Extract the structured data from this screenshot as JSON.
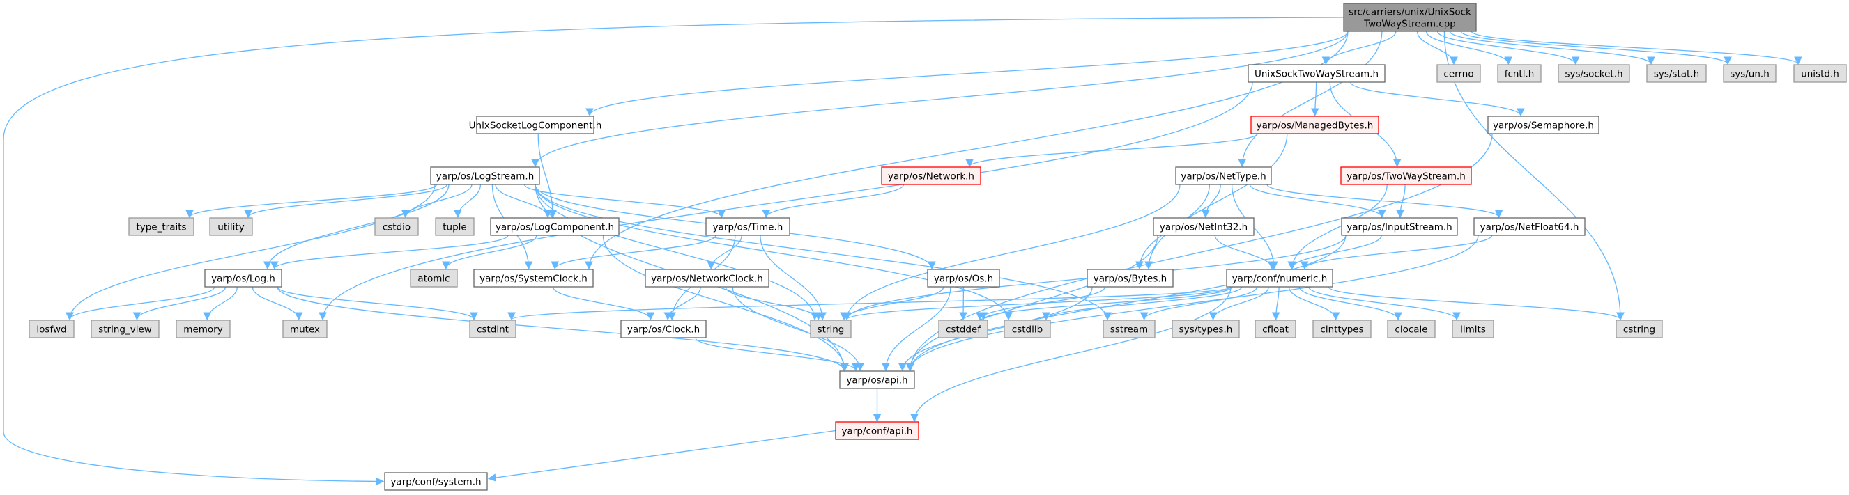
{
  "title": "src/carriers/unix/UnixSockTwoWayStream.cpp include dependency graph",
  "colors": {
    "edge": "#63b8ff",
    "root_fill": "#999999",
    "external_fill": "#e0e0e0",
    "missing_border": "#ff0000",
    "missing_fill": "#fff0f0"
  },
  "nodes": [
    {
      "id": "root",
      "label": [
        "src/carriers/unix/UnixSock",
        "TwoWayStream.cpp"
      ],
      "kind": "root"
    },
    {
      "id": "usts",
      "label": [
        "UnixSockTwoWayStream.h"
      ],
      "kind": "normal"
    },
    {
      "id": "cerrno",
      "label": [
        "cerrno"
      ],
      "kind": "ext"
    },
    {
      "id": "fcntl",
      "label": [
        "fcntl.h"
      ],
      "kind": "ext"
    },
    {
      "id": "socket",
      "label": [
        "sys/socket.h"
      ],
      "kind": "ext"
    },
    {
      "id": "stat",
      "label": [
        "sys/stat.h"
      ],
      "kind": "ext"
    },
    {
      "id": "un",
      "label": [
        "sys/un.h"
      ],
      "kind": "ext"
    },
    {
      "id": "unistd",
      "label": [
        "unistd.h"
      ],
      "kind": "ext"
    },
    {
      "id": "uslc",
      "label": [
        "UnixSocketLogComponent.h"
      ],
      "kind": "normal"
    },
    {
      "id": "managed",
      "label": [
        "yarp/os/ManagedBytes.h"
      ],
      "kind": "red"
    },
    {
      "id": "semaphore",
      "label": [
        "yarp/os/Semaphore.h"
      ],
      "kind": "normal"
    },
    {
      "id": "network",
      "label": [
        "yarp/os/Network.h"
      ],
      "kind": "red"
    },
    {
      "id": "logstream",
      "label": [
        "yarp/os/LogStream.h"
      ],
      "kind": "normal"
    },
    {
      "id": "nettype",
      "label": [
        "yarp/os/NetType.h"
      ],
      "kind": "normal"
    },
    {
      "id": "twoway",
      "label": [
        "yarp/os/TwoWayStream.h"
      ],
      "kind": "red"
    },
    {
      "id": "type_traits",
      "label": [
        "type_traits"
      ],
      "kind": "ext"
    },
    {
      "id": "utility",
      "label": [
        "utility"
      ],
      "kind": "ext"
    },
    {
      "id": "cstdio",
      "label": [
        "cstdio"
      ],
      "kind": "ext"
    },
    {
      "id": "tuple",
      "label": [
        "tuple"
      ],
      "kind": "ext"
    },
    {
      "id": "logcomp",
      "label": [
        "yarp/os/LogComponent.h"
      ],
      "kind": "normal"
    },
    {
      "id": "time",
      "label": [
        "yarp/os/Time.h"
      ],
      "kind": "normal"
    },
    {
      "id": "netint32",
      "label": [
        "yarp/os/NetInt32.h"
      ],
      "kind": "normal"
    },
    {
      "id": "inputstream",
      "label": [
        "yarp/os/InputStream.h"
      ],
      "kind": "normal"
    },
    {
      "id": "netfloat64",
      "label": [
        "yarp/os/NetFloat64.h"
      ],
      "kind": "normal"
    },
    {
      "id": "atomic",
      "label": [
        "atomic"
      ],
      "kind": "ext"
    },
    {
      "id": "systemclock",
      "label": [
        "yarp/os/SystemClock.h"
      ],
      "kind": "normal"
    },
    {
      "id": "log",
      "label": [
        "yarp/os/Log.h"
      ],
      "kind": "normal"
    },
    {
      "id": "networkclock",
      "label": [
        "yarp/os/NetworkClock.h"
      ],
      "kind": "normal"
    },
    {
      "id": "os",
      "label": [
        "yarp/os/Os.h"
      ],
      "kind": "normal"
    },
    {
      "id": "bytes",
      "label": [
        "yarp/os/Bytes.h"
      ],
      "kind": "normal"
    },
    {
      "id": "numeric",
      "label": [
        "yarp/conf/numeric.h"
      ],
      "kind": "normal"
    },
    {
      "id": "iosfwd",
      "label": [
        "iosfwd"
      ],
      "kind": "ext"
    },
    {
      "id": "string_view",
      "label": [
        "string_view"
      ],
      "kind": "ext"
    },
    {
      "id": "memory",
      "label": [
        "memory"
      ],
      "kind": "ext"
    },
    {
      "id": "mutex",
      "label": [
        "mutex"
      ],
      "kind": "ext"
    },
    {
      "id": "cstdint",
      "label": [
        "cstdint"
      ],
      "kind": "ext"
    },
    {
      "id": "clock",
      "label": [
        "yarp/os/Clock.h"
      ],
      "kind": "normal"
    },
    {
      "id": "string",
      "label": [
        "string"
      ],
      "kind": "ext"
    },
    {
      "id": "cstddef",
      "label": [
        "cstddef"
      ],
      "kind": "ext"
    },
    {
      "id": "cstdlib",
      "label": [
        "cstdlib"
      ],
      "kind": "ext"
    },
    {
      "id": "sstream",
      "label": [
        "sstream"
      ],
      "kind": "ext"
    },
    {
      "id": "systypes",
      "label": [
        "sys/types.h"
      ],
      "kind": "ext"
    },
    {
      "id": "cfloat",
      "label": [
        "cfloat"
      ],
      "kind": "ext"
    },
    {
      "id": "cinttypes",
      "label": [
        "cinttypes"
      ],
      "kind": "ext"
    },
    {
      "id": "clocale",
      "label": [
        "clocale"
      ],
      "kind": "ext"
    },
    {
      "id": "limits",
      "label": [
        "limits"
      ],
      "kind": "ext"
    },
    {
      "id": "cstring",
      "label": [
        "cstring"
      ],
      "kind": "ext"
    },
    {
      "id": "osapi",
      "label": [
        "yarp/os/api.h"
      ],
      "kind": "normal"
    },
    {
      "id": "confapi",
      "label": [
        "yarp/conf/api.h"
      ],
      "kind": "red"
    },
    {
      "id": "system",
      "label": [
        "yarp/conf/system.h"
      ],
      "kind": "normal"
    }
  ],
  "edges": [
    [
      "root",
      "usts"
    ],
    [
      "root",
      "cerrno"
    ],
    [
      "root",
      "fcntl"
    ],
    [
      "root",
      "socket"
    ],
    [
      "root",
      "stat"
    ],
    [
      "root",
      "un"
    ],
    [
      "root",
      "unistd"
    ],
    [
      "root",
      "uslc"
    ],
    [
      "root",
      "logstream"
    ],
    [
      "root",
      "nettype"
    ],
    [
      "root",
      "systemclock"
    ],
    [
      "root",
      "cstring"
    ],
    [
      "root",
      "system"
    ],
    [
      "usts",
      "managed"
    ],
    [
      "usts",
      "twoway"
    ],
    [
      "usts",
      "semaphore"
    ],
    [
      "usts",
      "mutex"
    ],
    [
      "uslc",
      "logcomp"
    ],
    [
      "managed",
      "network"
    ],
    [
      "managed",
      "bytes"
    ],
    [
      "semaphore",
      "osapi"
    ],
    [
      "network",
      "time"
    ],
    [
      "logstream",
      "type_traits"
    ],
    [
      "logstream",
      "utility"
    ],
    [
      "logstream",
      "cstdio"
    ],
    [
      "logstream",
      "tuple"
    ],
    [
      "logstream",
      "logcomp"
    ],
    [
      "logstream",
      "time"
    ],
    [
      "logstream",
      "log"
    ],
    [
      "logstream",
      "iosfwd"
    ],
    [
      "logstream",
      "systemclock"
    ],
    [
      "logstream",
      "osapi"
    ],
    [
      "logstream",
      "string"
    ],
    [
      "logstream",
      "os"
    ],
    [
      "logstream",
      "cstdlib"
    ],
    [
      "logstream",
      "sstream"
    ],
    [
      "nettype",
      "string"
    ],
    [
      "nettype",
      "bytes"
    ],
    [
      "nettype",
      "netint32"
    ],
    [
      "nettype",
      "numeric"
    ],
    [
      "nettype",
      "inputstream"
    ],
    [
      "nettype",
      "netfloat64"
    ],
    [
      "twoway",
      "inputstream"
    ],
    [
      "twoway",
      "numeric"
    ],
    [
      "logcomp",
      "log"
    ],
    [
      "logcomp",
      "atomic"
    ],
    [
      "logcomp",
      "osapi"
    ],
    [
      "time",
      "systemclock"
    ],
    [
      "time",
      "networkclock"
    ],
    [
      "time",
      "clock"
    ],
    [
      "time",
      "string"
    ],
    [
      "netint32",
      "numeric"
    ],
    [
      "netint32",
      "osapi"
    ],
    [
      "inputstream",
      "string"
    ],
    [
      "inputstream",
      "numeric"
    ],
    [
      "inputstream",
      "osapi"
    ],
    [
      "netfloat64",
      "numeric"
    ],
    [
      "netfloat64",
      "osapi"
    ],
    [
      "systemclock",
      "clock"
    ],
    [
      "log",
      "iosfwd"
    ],
    [
      "log",
      "string_view"
    ],
    [
      "log",
      "memory"
    ],
    [
      "log",
      "mutex"
    ],
    [
      "log",
      "cstdint"
    ],
    [
      "log",
      "osapi"
    ],
    [
      "networkclock",
      "clock"
    ],
    [
      "networkclock",
      "string"
    ],
    [
      "networkclock",
      "osapi"
    ],
    [
      "os",
      "string"
    ],
    [
      "os",
      "cstddef"
    ],
    [
      "os",
      "osapi"
    ],
    [
      "bytes",
      "cstddef"
    ],
    [
      "bytes",
      "osapi"
    ],
    [
      "numeric",
      "cstdint"
    ],
    [
      "numeric",
      "string"
    ],
    [
      "numeric",
      "cstddef"
    ],
    [
      "numeric",
      "cstdlib"
    ],
    [
      "numeric",
      "sstream"
    ],
    [
      "numeric",
      "systypes"
    ],
    [
      "numeric",
      "cfloat"
    ],
    [
      "numeric",
      "cinttypes"
    ],
    [
      "numeric",
      "clocale"
    ],
    [
      "numeric",
      "limits"
    ],
    [
      "numeric",
      "cstring"
    ],
    [
      "numeric",
      "confapi"
    ],
    [
      "clock",
      "osapi"
    ],
    [
      "osapi",
      "confapi"
    ],
    [
      "confapi",
      "system"
    ]
  ]
}
